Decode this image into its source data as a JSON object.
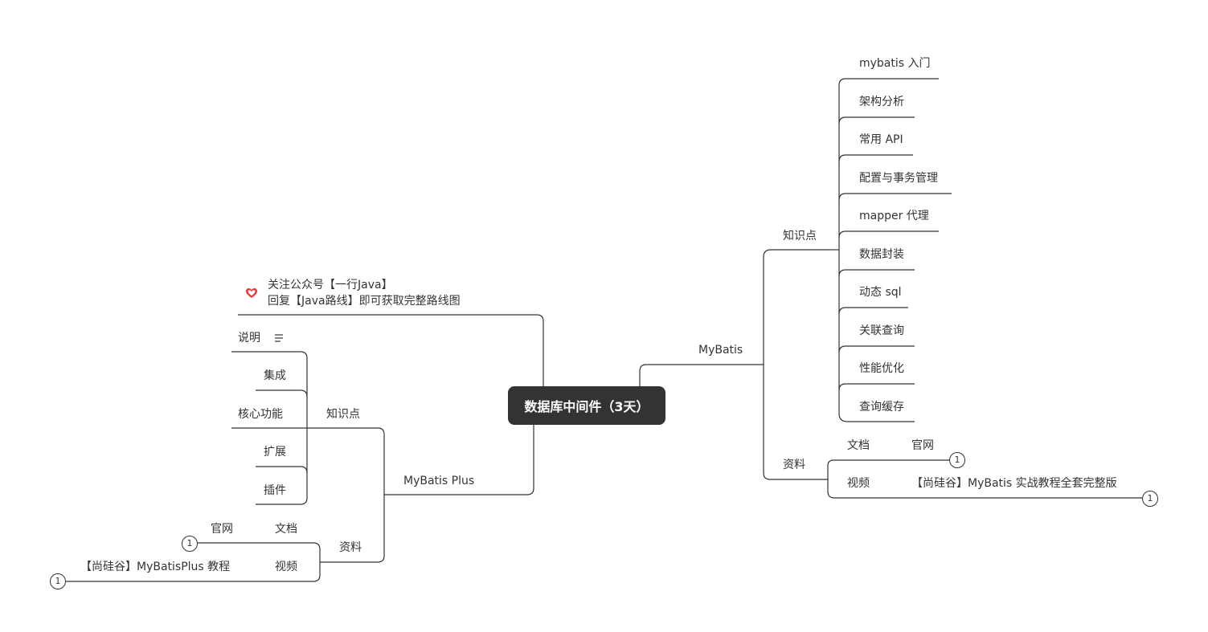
{
  "root": {
    "label": "数据库中间件（3天）"
  },
  "right_branch": {
    "label": "MyBatis",
    "knowledge": {
      "label": "知识点",
      "items": [
        "mybatis 入门",
        "架构分析",
        "常用 API",
        "配置与事务管理",
        "mapper 代理",
        "数据封装",
        "动态 sql",
        "关联查询",
        "性能优化",
        "查询缓存"
      ]
    },
    "resources": {
      "label": "资料",
      "docs_label": "文档",
      "official_site": "官网",
      "official_count": "1",
      "video_label": "视频",
      "video_title": "【尚硅谷】MyBatis 实战教程全套完整版",
      "video_count": "1"
    }
  },
  "left_branch": {
    "label": "MyBatis Plus",
    "knowledge": {
      "label": "知识点",
      "items": [
        "说明",
        "集成",
        "核心功能",
        "扩展",
        "插件"
      ]
    },
    "resources": {
      "label": "资料",
      "docs_label": "文档",
      "official_site": "官网",
      "official_count": "1",
      "video_label": "视频",
      "video_title": "【尚硅谷】MyBatisPlus 教程",
      "video_count": "1"
    }
  },
  "promo": {
    "line1": "关注公众号【一行Java】",
    "line2": "回复【Java路线】即可获取完整路线图"
  },
  "colors": {
    "line": "#333333",
    "root_bg": "#333333",
    "heart": "#e53935"
  }
}
